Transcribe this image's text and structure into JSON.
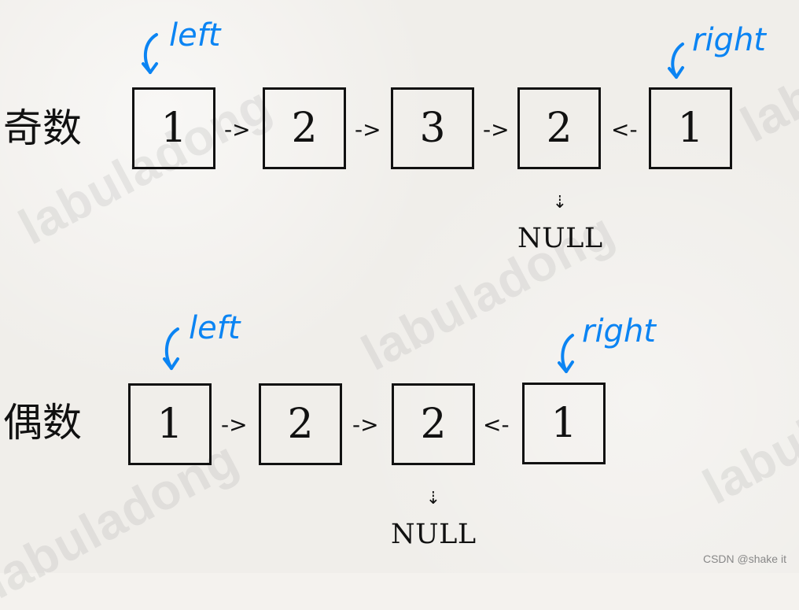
{
  "watermark_text": "labuladong",
  "sections": {
    "odd": {
      "label": "奇数",
      "nodes": [
        "1",
        "2",
        "3",
        "2",
        "1"
      ],
      "connectors": [
        "->",
        "->",
        "->",
        "<-"
      ],
      "left_label": "left",
      "right_label": "right",
      "null_arrow": "⇣",
      "null_label": "NULL"
    },
    "even": {
      "label": "偶数",
      "nodes": [
        "1",
        "2",
        "2",
        "1"
      ],
      "connectors": [
        "->",
        "->",
        "<-"
      ],
      "left_label": "left",
      "right_label": "right",
      "null_arrow": "⇣",
      "null_label": "NULL"
    }
  },
  "footer": "CSDN @shake it",
  "colors": {
    "ink": "#111111",
    "pointer": "#0b84f3",
    "watermark": "#aaaaaa"
  },
  "icons": {
    "pointer_arrow": "curved-down-arrow"
  }
}
